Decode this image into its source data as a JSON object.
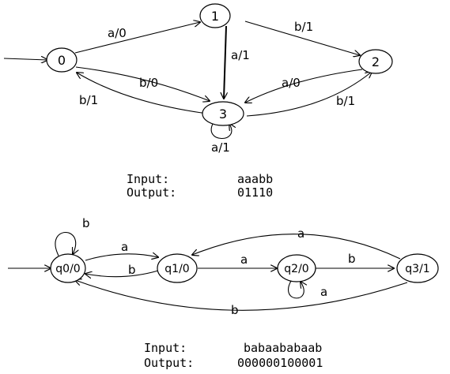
{
  "mealy": {
    "states": [
      "0",
      "1",
      "2",
      "3"
    ],
    "transitions": {
      "t_0_1": "a/0",
      "t_1_2": "b/1",
      "t_1_3": "a/1",
      "t_3_0": "b/1",
      "t_0_3": "b/0",
      "t_3_2": "a/0",
      "t_2_3": "b/1",
      "t_3_3": "a/1"
    },
    "input_label": "Input:",
    "input_value": "aaabb",
    "output_label": "Output:",
    "output_value": "01110"
  },
  "moore": {
    "states": [
      "q0/0",
      "q1/0",
      "q2/0",
      "q3/1"
    ],
    "transitions": {
      "t_q0_q0": "b",
      "t_q0_q1": "a",
      "t_q1_q0": "b",
      "t_q1_q2": "a",
      "t_q2_q3": "b",
      "t_q2_q2": "a",
      "t_q3_q1": "a",
      "t_q3_q0": "b"
    },
    "input_label": "Input:",
    "input_value": "babaababaab",
    "output_label": "Output:",
    "output_value": "000000100001"
  }
}
